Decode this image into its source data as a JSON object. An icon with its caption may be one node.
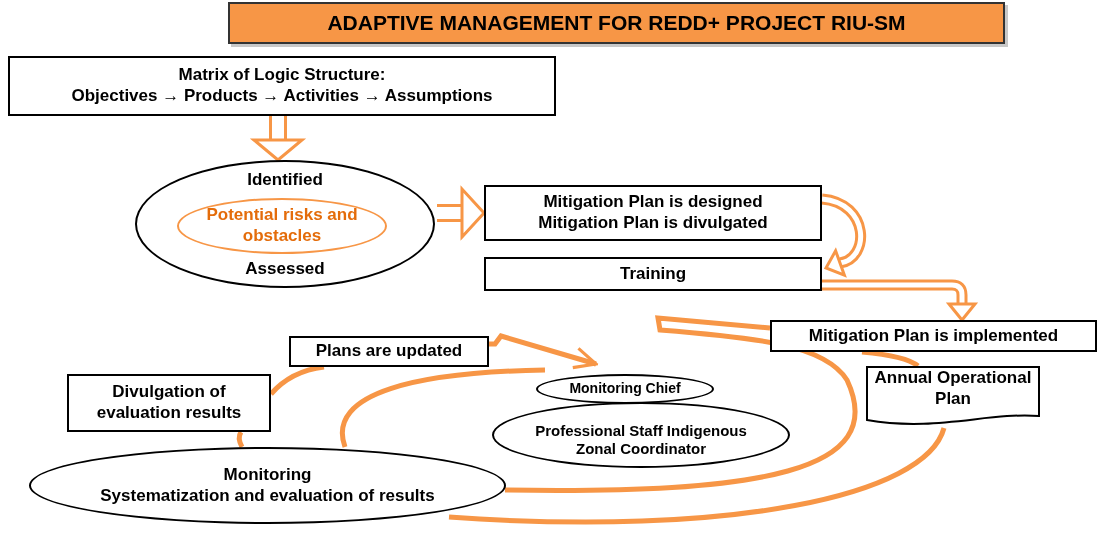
{
  "diagram": {
    "title": "ADAPTIVE MANAGEMENT FOR REDD+ PROJECT RIU-SM",
    "nodes": [
      {
        "text": [
          "Matrix of Logic Structure:",
          "Objectives → Products → Activities → Assumptions"
        ]
      },
      {
        "text": [
          "Identified",
          "Assessed"
        ]
      },
      {
        "text": [
          "Potential risks and obstacles"
        ],
        "in": 1
      },
      {
        "text": [
          "Mitigation Plan is designed",
          "Mitigation Plan is divulgated"
        ]
      },
      {
        "text": [
          "Training"
        ]
      },
      {
        "text": [
          "Mitigation Plan is implemented"
        ]
      },
      {
        "text": [
          "Annual Operational Plan"
        ]
      },
      {
        "text": [
          "Plans are updated"
        ]
      },
      {
        "text": [
          "Divulgation of evaluation results"
        ]
      },
      {
        "text": [
          "Monitoring Chief"
        ]
      },
      {
        "text": [
          "Professional Staff Indigenous Zonal Coordinator"
        ]
      },
      {
        "text": [
          "Monitoring",
          "Systematization and evaluation of results"
        ]
      }
    ],
    "edges": [
      {
        "from": 0,
        "to": 1,
        "arrow": "to",
        "style": "thick"
      },
      {
        "from": 1,
        "to": 3,
        "arrow": "to",
        "style": "thick"
      },
      {
        "from": 3,
        "to": 4,
        "arrow": "to",
        "style": "thick"
      },
      {
        "from": 4,
        "to": 5,
        "arrow": "to",
        "style": "thick"
      },
      {
        "from": 5,
        "to": 6,
        "arrow": "none"
      },
      {
        "from": 6,
        "to": 11,
        "arrow": "none"
      },
      {
        "from": 11,
        "to": 8,
        "arrow": "none"
      },
      {
        "from": 8,
        "to": 7,
        "arrow": "none"
      },
      {
        "from": 7,
        "to": 9,
        "arrow": "to"
      },
      {
        "from": 11,
        "to": 9,
        "arrow": "none"
      },
      {
        "from": 11,
        "to": 5,
        "arrow": "none"
      }
    ]
  }
}
